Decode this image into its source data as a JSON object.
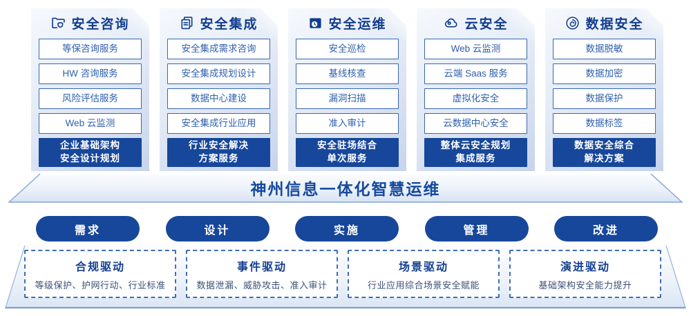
{
  "columns": [
    {
      "title": "安全咨询",
      "icon": "folder-shield-icon",
      "items": [
        "等保咨询服务",
        "HW 咨询服务",
        "风险评估服务",
        "Web 云监测"
      ],
      "highlight_lines": [
        "企业基础架构",
        "安全设计规划"
      ]
    },
    {
      "title": "安全集成",
      "icon": "documents-icon",
      "items": [
        "安全集成需求咨询",
        "安全集成规划设计",
        "数据中心建设",
        "安全集成行业应用"
      ],
      "highlight_lines": [
        "行业安全解决",
        "方案服务"
      ]
    },
    {
      "title": "安全运维",
      "icon": "folder-clock-icon",
      "items": [
        "安全巡检",
        "基线核查",
        "漏洞扫描",
        "准入审计"
      ],
      "highlight_lines": [
        "安全驻场结合",
        "单次服务"
      ]
    },
    {
      "title": "云安全",
      "icon": "cloud-icon",
      "items": [
        "Web 云监测",
        "云端 Saas 服务",
        "虚拟化安全",
        "云数据中心安全"
      ],
      "highlight_lines": [
        "整体云安全规划",
        "集成服务"
      ]
    },
    {
      "title": "数据安全",
      "icon": "data-spiral-icon",
      "items": [
        "数据脱敏",
        "数据加密",
        "数据保护",
        "数据标签"
      ],
      "highlight_lines": [
        "数据安全综合",
        "解决方案"
      ]
    }
  ],
  "banner": {
    "title": "神州信息一体化智慧运维"
  },
  "pills": [
    "需求",
    "设计",
    "实施",
    "管理",
    "改进"
  ],
  "drivers": [
    {
      "title": "合规驱动",
      "desc": "等级保护、护网行动、行业标准"
    },
    {
      "title": "事件驱动",
      "desc": "数据泄漏、威胁攻击、准入审计"
    },
    {
      "title": "场景驱动",
      "desc": "行业应用综合场景安全赋能"
    },
    {
      "title": "演进驱动",
      "desc": "基础架构安全能力提升"
    }
  ],
  "colors": {
    "primary_dark_blue": "#17479b",
    "title_navy": "#123c8e",
    "item_text_blue": "#2e5fae",
    "item_border_blue": "#3766b2",
    "dashed_border_blue": "#3f6cb6",
    "banner_text_blue": "#164a9e",
    "card_gradient_start": "#f6f9fd",
    "card_gradient_end": "#c6d4ec"
  }
}
